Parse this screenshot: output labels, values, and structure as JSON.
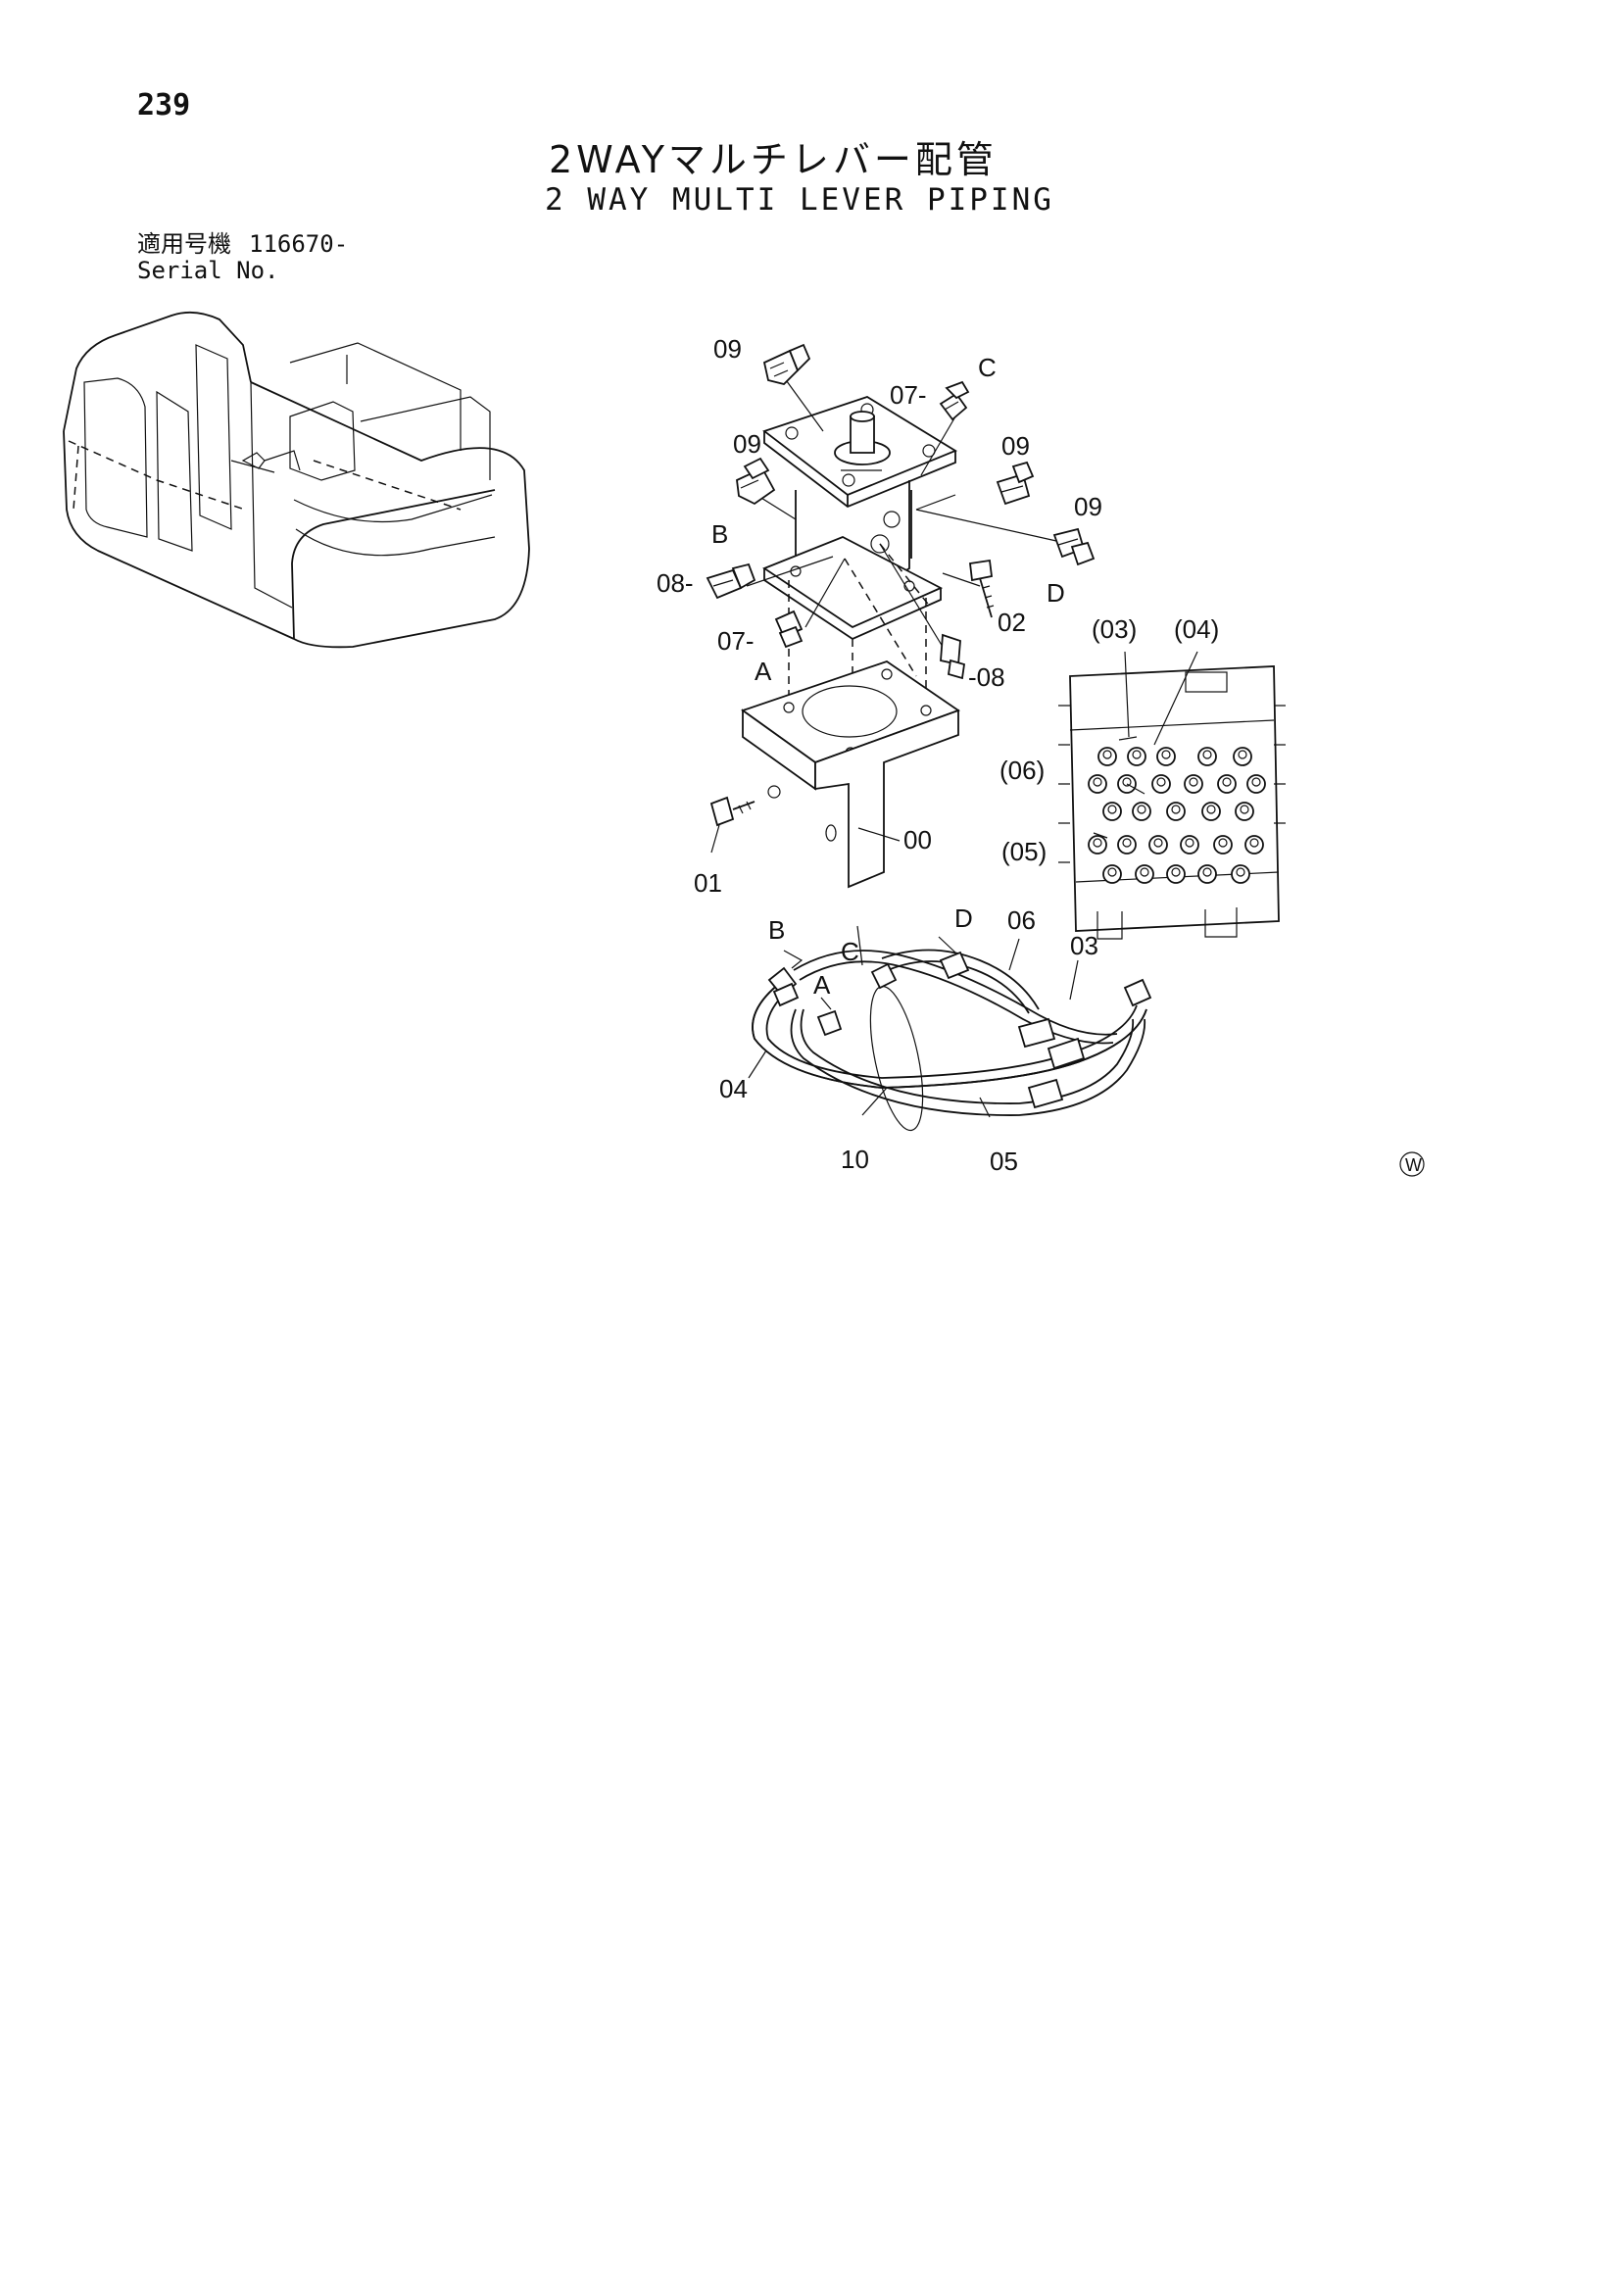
{
  "page": {
    "number": "239",
    "title_jp": "2WAYマルチレバー配管",
    "title_en": "2 WAY MULTI LEVER PIPING",
    "serial_label_jp": "適用号機",
    "serial_value": "116670-",
    "serial_label_en": "Serial No."
  },
  "callouts": {
    "c09a": "09",
    "c09b": "09",
    "c09c": "09",
    "c09d": "09",
    "c07a": "07-",
    "c07b": "07-",
    "c08a": "08-",
    "c08b": "-08",
    "c02": "02",
    "c00": "00",
    "c01": "01",
    "cC1": "C",
    "cB1": "B",
    "cD1": "D",
    "cA1": "A",
    "c03p": "(03)",
    "c04p": "(04)",
    "c06p": "(06)",
    "c05p": "(05)",
    "cB2": "B",
    "cC2": "C",
    "cD2": "D",
    "cA2": "A",
    "c06": "06",
    "c03": "03",
    "c04": "04",
    "c10": "10",
    "c05": "05"
  },
  "watermark": "W"
}
